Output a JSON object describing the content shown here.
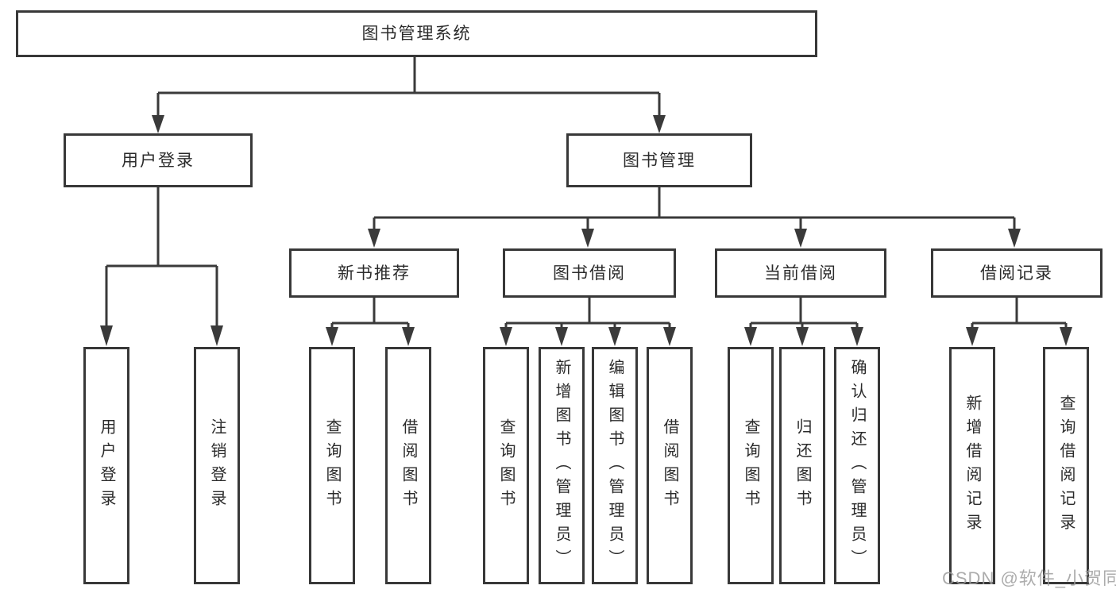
{
  "tree": {
    "root": {
      "label": "图书管理系统",
      "children": [
        {
          "label": "用户登录",
          "children": [
            {
              "label": "用户登录"
            },
            {
              "label": "注销登录"
            }
          ]
        },
        {
          "label": "图书管理",
          "children": [
            {
              "label": "新书推荐",
              "children": [
                {
                  "label": "查询图书"
                },
                {
                  "label": "借阅图书"
                }
              ]
            },
            {
              "label": "图书借阅",
              "children": [
                {
                  "label": "查询图书"
                },
                {
                  "label": "新增图书（管理员）"
                },
                {
                  "label": "编辑图书（管理员）"
                },
                {
                  "label": "借阅图书"
                }
              ]
            },
            {
              "label": "当前借阅",
              "children": [
                {
                  "label": "查询图书"
                },
                {
                  "label": "归还图书"
                },
                {
                  "label": "确认归还（管理员）"
                }
              ]
            },
            {
              "label": "借阅记录",
              "children": [
                {
                  "label": "新增借阅记录"
                },
                {
                  "label": "查询借阅记录"
                }
              ]
            }
          ]
        }
      ]
    }
  },
  "watermark": {
    "text": "CSDN @软件_小贺同学"
  },
  "colors": {
    "line": "#3a3a3a",
    "border": "#383838",
    "text": "#2b2b2b",
    "watermark": "#9e9e9e",
    "background": "#ffffff"
  }
}
